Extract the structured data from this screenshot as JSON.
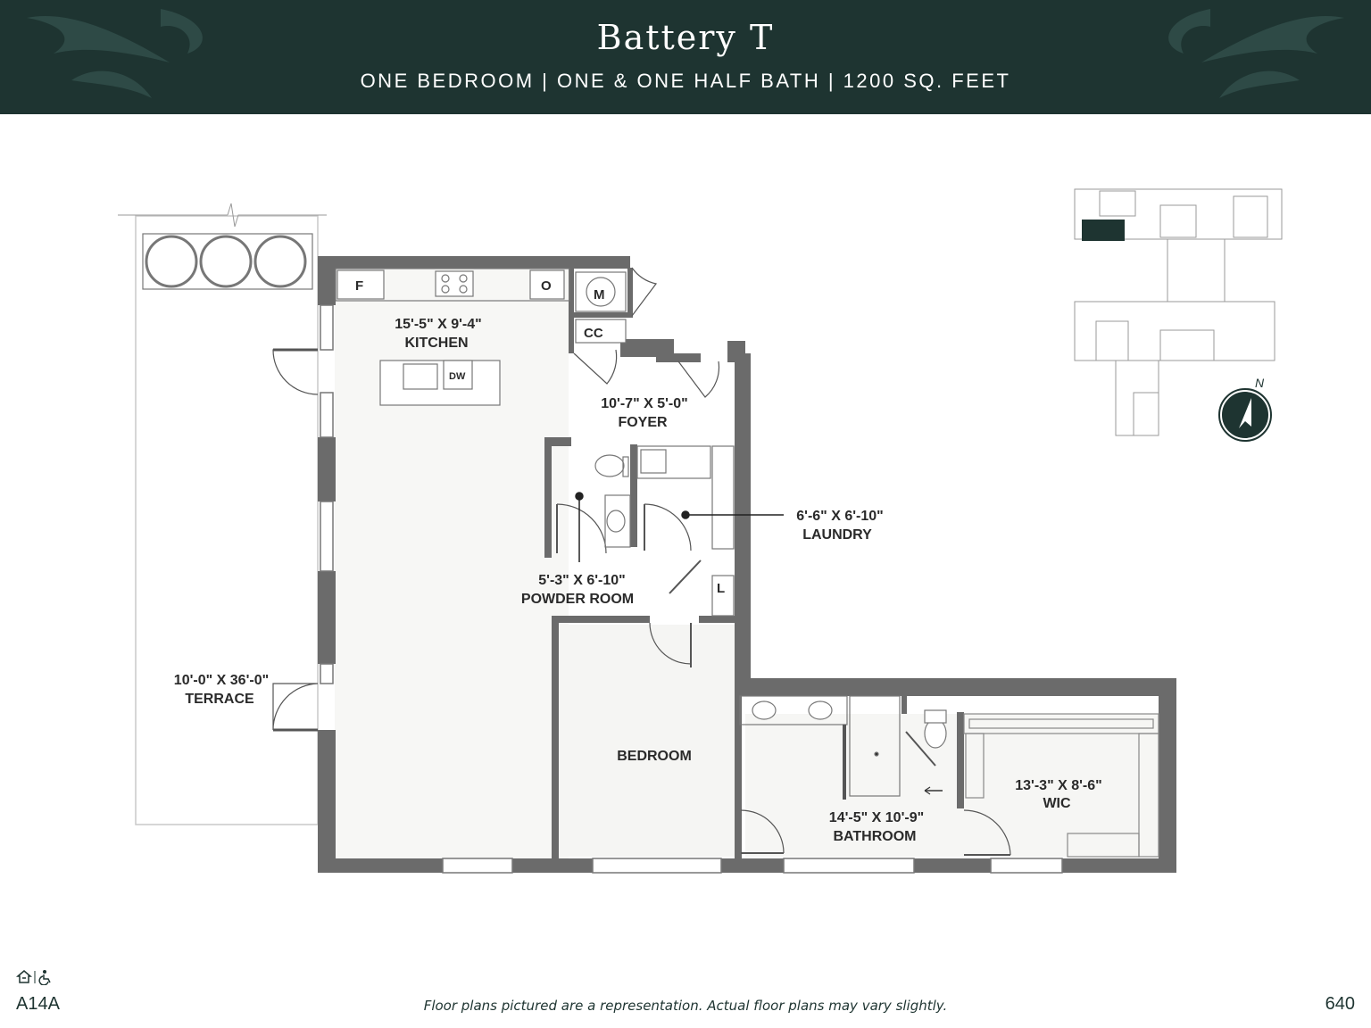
{
  "header": {
    "title": "Battery T",
    "subtitle": "ONE BEDROOM | ONE & ONE HALF BATH | 1200 SQ. FEET"
  },
  "rooms": {
    "kitchen": {
      "dims": "15'-5\" X 9'-4\"",
      "name": "KITCHEN"
    },
    "foyer": {
      "dims": "10'-7\" X 5'-0\"",
      "name": "FOYER"
    },
    "laundry": {
      "dims": "6'-6\" X 6'-10\"",
      "name": "LAUNDRY"
    },
    "powder": {
      "dims": "5'-3\" X 6'-10\"",
      "name": "POWDER ROOM"
    },
    "terrace": {
      "dims": "10'-0\" X 36'-0\"",
      "name": "TERRACE"
    },
    "bedroom": {
      "name": "BEDROOM"
    },
    "bathroom": {
      "dims": "14'-5\" X 10'-9\"",
      "name": "BATHROOM"
    },
    "wic": {
      "dims": "13'-3\" X 8'-6\"",
      "name": "WIC"
    }
  },
  "appliances": {
    "fridge": "F",
    "oven": "O",
    "microwave": "M",
    "coat_closet": "CC",
    "dishwasher": "DW",
    "linen": "L"
  },
  "compass": {
    "label": "N"
  },
  "colors": {
    "header_bg": "#1e3431",
    "wall": "#6b6b6b",
    "highlight": "#1e3431"
  },
  "footer": {
    "unit_code": "A14A",
    "disclaimer": "Floor plans pictured are a representation. Actual floor plans may vary slightly.",
    "page_number": "640"
  }
}
